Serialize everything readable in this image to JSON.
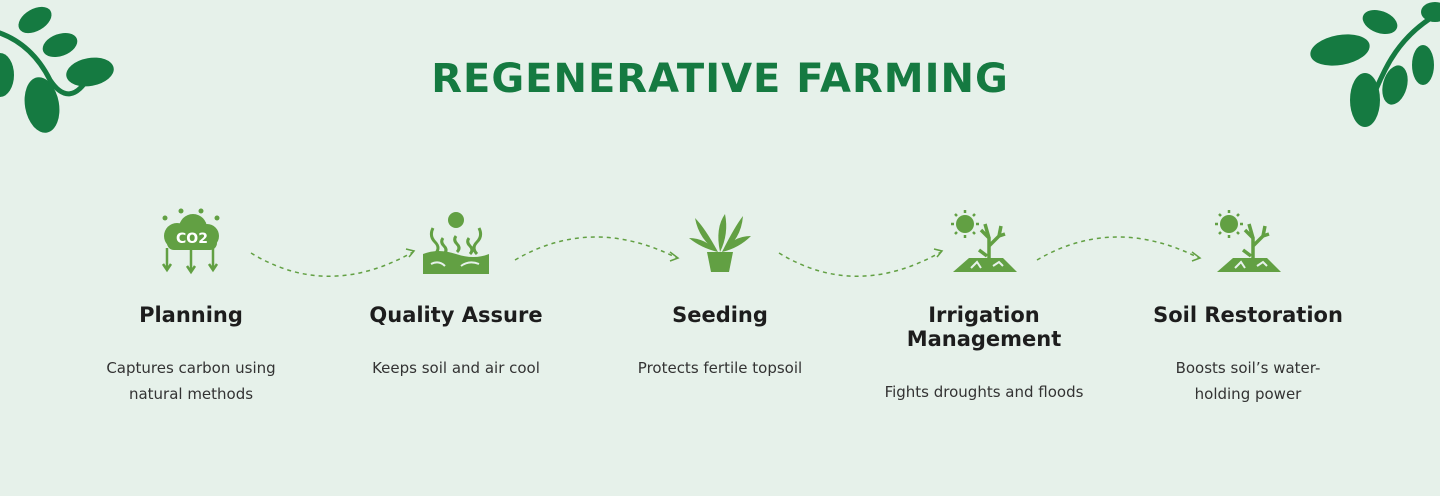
{
  "title": "REGENERATIVE FARMING",
  "colors": {
    "title": "#157a41",
    "icon": "#62a043",
    "background": "#e6f1ea",
    "leaf": "#157a41"
  },
  "steps": [
    {
      "icon": "co2-cloud-icon",
      "co2_label": "CO2",
      "heading": "Planning",
      "desc": "Captures carbon using natural methods"
    },
    {
      "icon": "sun-heat-soil-icon",
      "heading": "Quality Assure",
      "desc": "Keeps soil and air cool"
    },
    {
      "icon": "potted-plant-icon",
      "heading": "Seeding",
      "desc": "Protects fertile topsoil"
    },
    {
      "icon": "drought-tree-icon",
      "heading": "Irrigation Management",
      "desc": "Fights droughts and floods"
    },
    {
      "icon": "drought-tree-icon",
      "heading": "Soil Restoration",
      "desc": "Boosts soil’s water-holding power"
    }
  ]
}
